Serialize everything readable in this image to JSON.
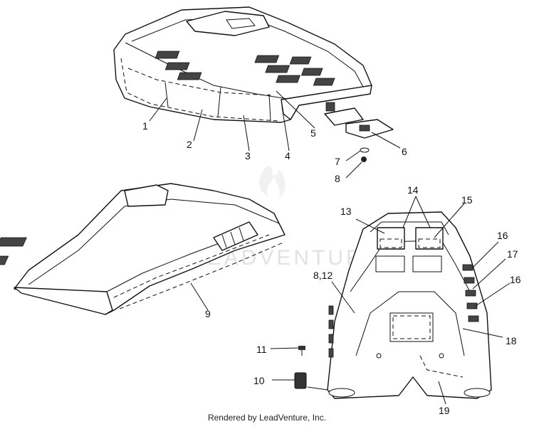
{
  "watermark": "LEADVENTURE",
  "footer": "Rendered by LeadVenture, Inc.",
  "callouts": {
    "c1": "1",
    "c2": "2",
    "c3": "3",
    "c4": "4",
    "c5": "5",
    "c6": "6",
    "c7": "7",
    "c8": "8",
    "c9": "9",
    "c10": "10",
    "c11": "11",
    "c812": "8,12",
    "c13": "13",
    "c14": "14",
    "c15": "15",
    "c16a": "16",
    "c17": "17",
    "c16b": "16",
    "c18": "18",
    "c19": "19"
  }
}
